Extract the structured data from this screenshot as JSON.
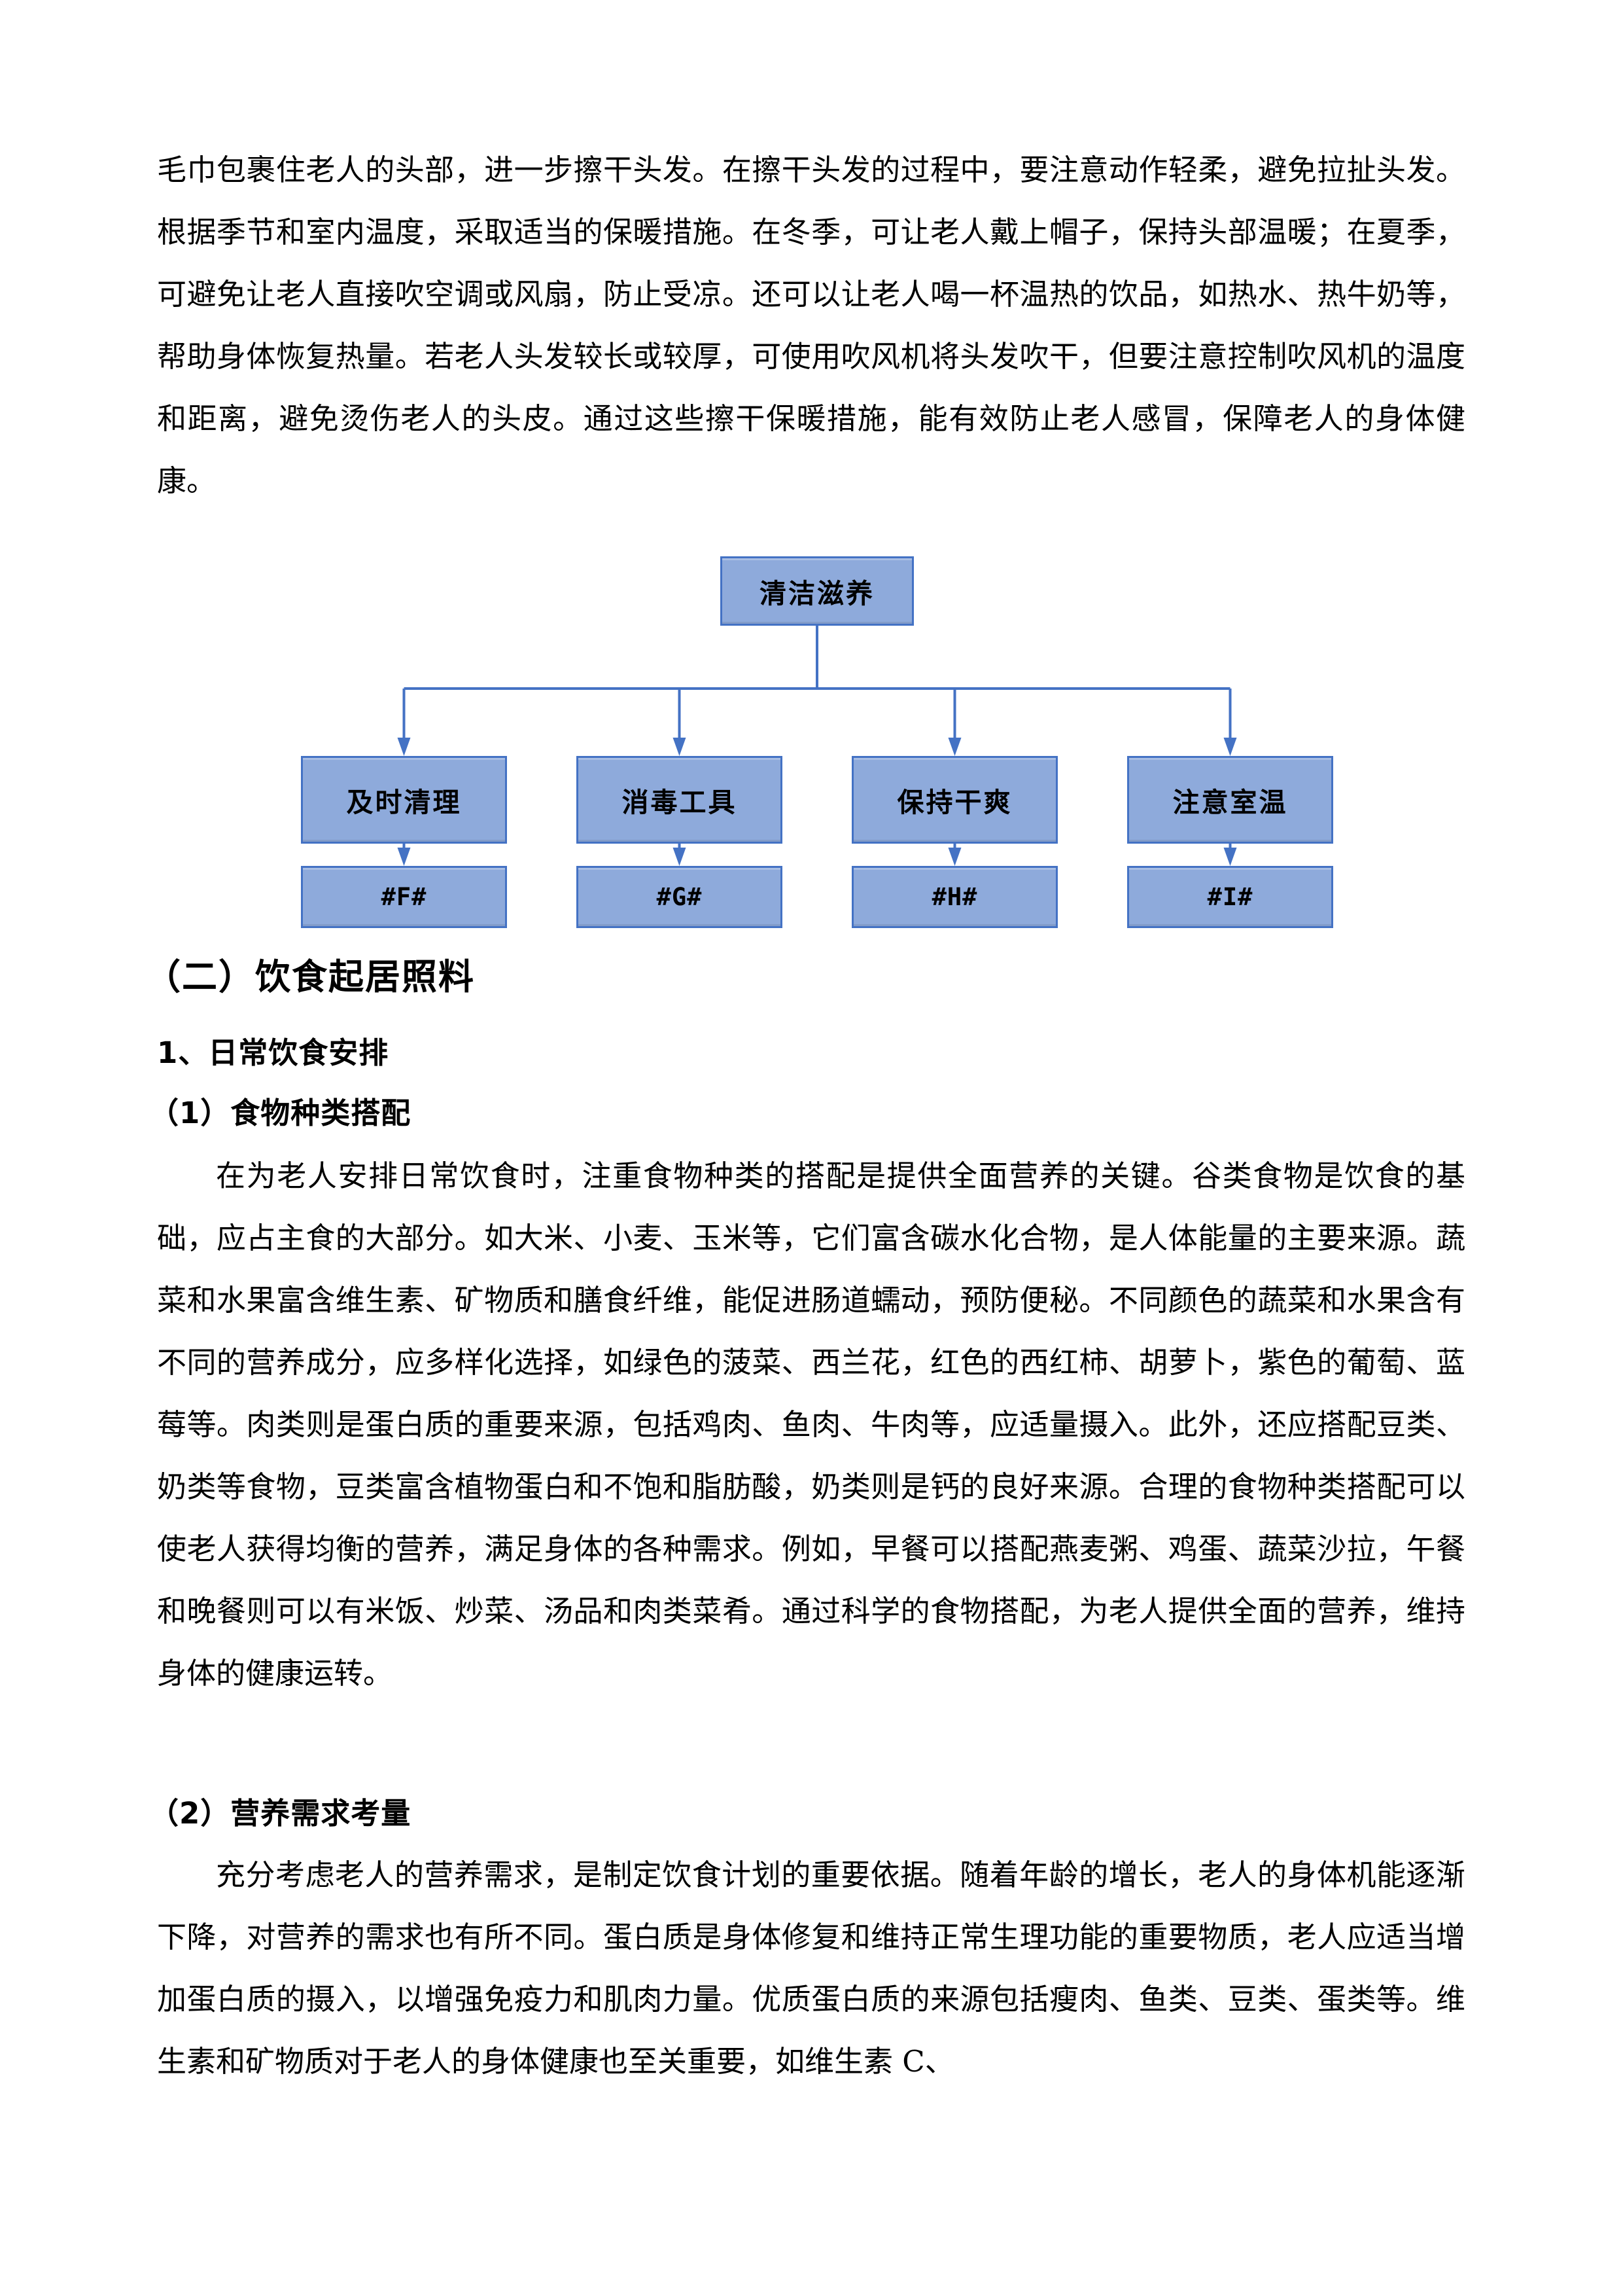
{
  "page": {
    "paragraph_top": "毛巾包裹住老人的头部，进一步擦干头发。在擦干头发的过程中，要注意动作轻柔，避免拉扯头发。根据季节和室内温度，采取适当的保暖措施。在冬季，可让老人戴上帽子，保持头部温暖；在夏季，可避免让老人直接吹空调或风扇，防止受凉。还可以让老人喝一杯温热的饮品，如热水、热牛奶等，帮助身体恢复热量。若老人头发较长或较厚，可使用吹风机将头发吹干，但要注意控制吹风机的温度和距离，避免烫伤老人的头皮。通过这些擦干保暖措施，能有效防止老人感冒，保障老人的身体健康。",
    "section_heading": "（二）饮食起居照料",
    "sub_heading_1": "1、日常饮食安排",
    "point_1_heading": "（1）食物种类搭配",
    "point_1_body": "在为老人安排日常饮食时，注重食物种类的搭配是提供全面营养的关键。谷类食物是饮食的基础，应占主食的大部分。如大米、小麦、玉米等，它们富含碳水化合物，是人体能量的主要来源。蔬菜和水果富含维生素、矿物质和膳食纤维，能促进肠道蠕动，预防便秘。不同颜色的蔬菜和水果含有不同的营养成分，应多样化选择，如绿色的菠菜、西兰花，红色的西红柿、胡萝卜，紫色的葡萄、蓝莓等。肉类则是蛋白质的重要来源，包括鸡肉、鱼肉、牛肉等，应适量摄入。此外，还应搭配豆类、奶类等食物，豆类富含植物蛋白和不饱和脂肪酸，奶类则是钙的良好来源。合理的食物种类搭配可以使老人获得均衡的营养，满足身体的各种需求。例如，早餐可以搭配燕麦粥、鸡蛋、蔬菜沙拉，午餐和晚餐则可以有米饭、炒菜、汤品和肉类菜肴。通过科学的食物搭配，为老人提供全面的营养，维持身体的健康运转。",
    "point_2_heading": "（2）营养需求考量",
    "point_2_body": "充分考虑老人的营养需求，是制定饮食计划的重要依据。随着年龄的增长，老人的身体机能逐渐下降，对营养的需求也有所不同。蛋白质是身体修复和维持正常生理功能的重要物质，老人应适当增加蛋白质的摄入，以增强免疫力和肌肉力量。优质蛋白质的来源包括瘦肉、鱼类、豆类、蛋类等。维生素和矿物质对于老人的身体健康也至关重要，如维生素 C、"
  },
  "diagram": {
    "type": "flowchart",
    "root": "清洁滋养",
    "columns": [
      {
        "label": "及时清理",
        "placeholder": "#F#"
      },
      {
        "label": "消毒工具",
        "placeholder": "#G#"
      },
      {
        "label": "保持干爽",
        "placeholder": "#H#"
      },
      {
        "label": "注意室温",
        "placeholder": "#I#"
      }
    ],
    "colors": {
      "node_fill": "#8eaadb",
      "node_border": "#4472c4",
      "connector": "#4472c4"
    }
  }
}
